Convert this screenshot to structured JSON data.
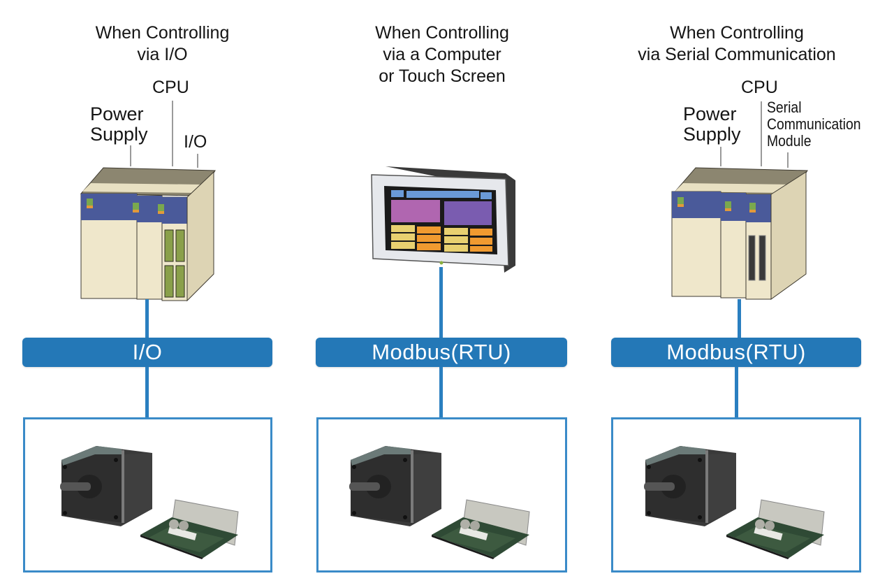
{
  "diagram": {
    "columns": [
      {
        "id": "io",
        "title": "When Controlling\nvia I/O",
        "device": "plc",
        "device_labels": {
          "power_supply": "Power\nSupply",
          "cpu": "CPU",
          "module": "I/O"
        },
        "connection": "I/O",
        "products": [
          "stepper-motor",
          "driver-board"
        ]
      },
      {
        "id": "computer",
        "title": "When Controlling\nvia a Computer\nor Touch Screen",
        "device": "touch-screen",
        "connection": "Modbus(RTU)",
        "products": [
          "stepper-motor",
          "driver-board"
        ]
      },
      {
        "id": "serial",
        "title": "When Controlling\nvia Serial Communication",
        "device": "plc",
        "device_labels": {
          "power_supply": "Power\nSupply",
          "cpu": "CPU",
          "module": "Serial\nCommunication\nModule"
        },
        "connection": "Modbus(RTU)",
        "products": [
          "stepper-motor",
          "driver-board"
        ]
      }
    ],
    "colors": {
      "connection_bar": "#2478b7",
      "connector_line": "#2a7fc0",
      "product_box_border": "#3a8bc8",
      "plc_body": "#ece4c8",
      "plc_band": "#4a5a9a",
      "screen_bezel": "#e4e6ea"
    }
  }
}
